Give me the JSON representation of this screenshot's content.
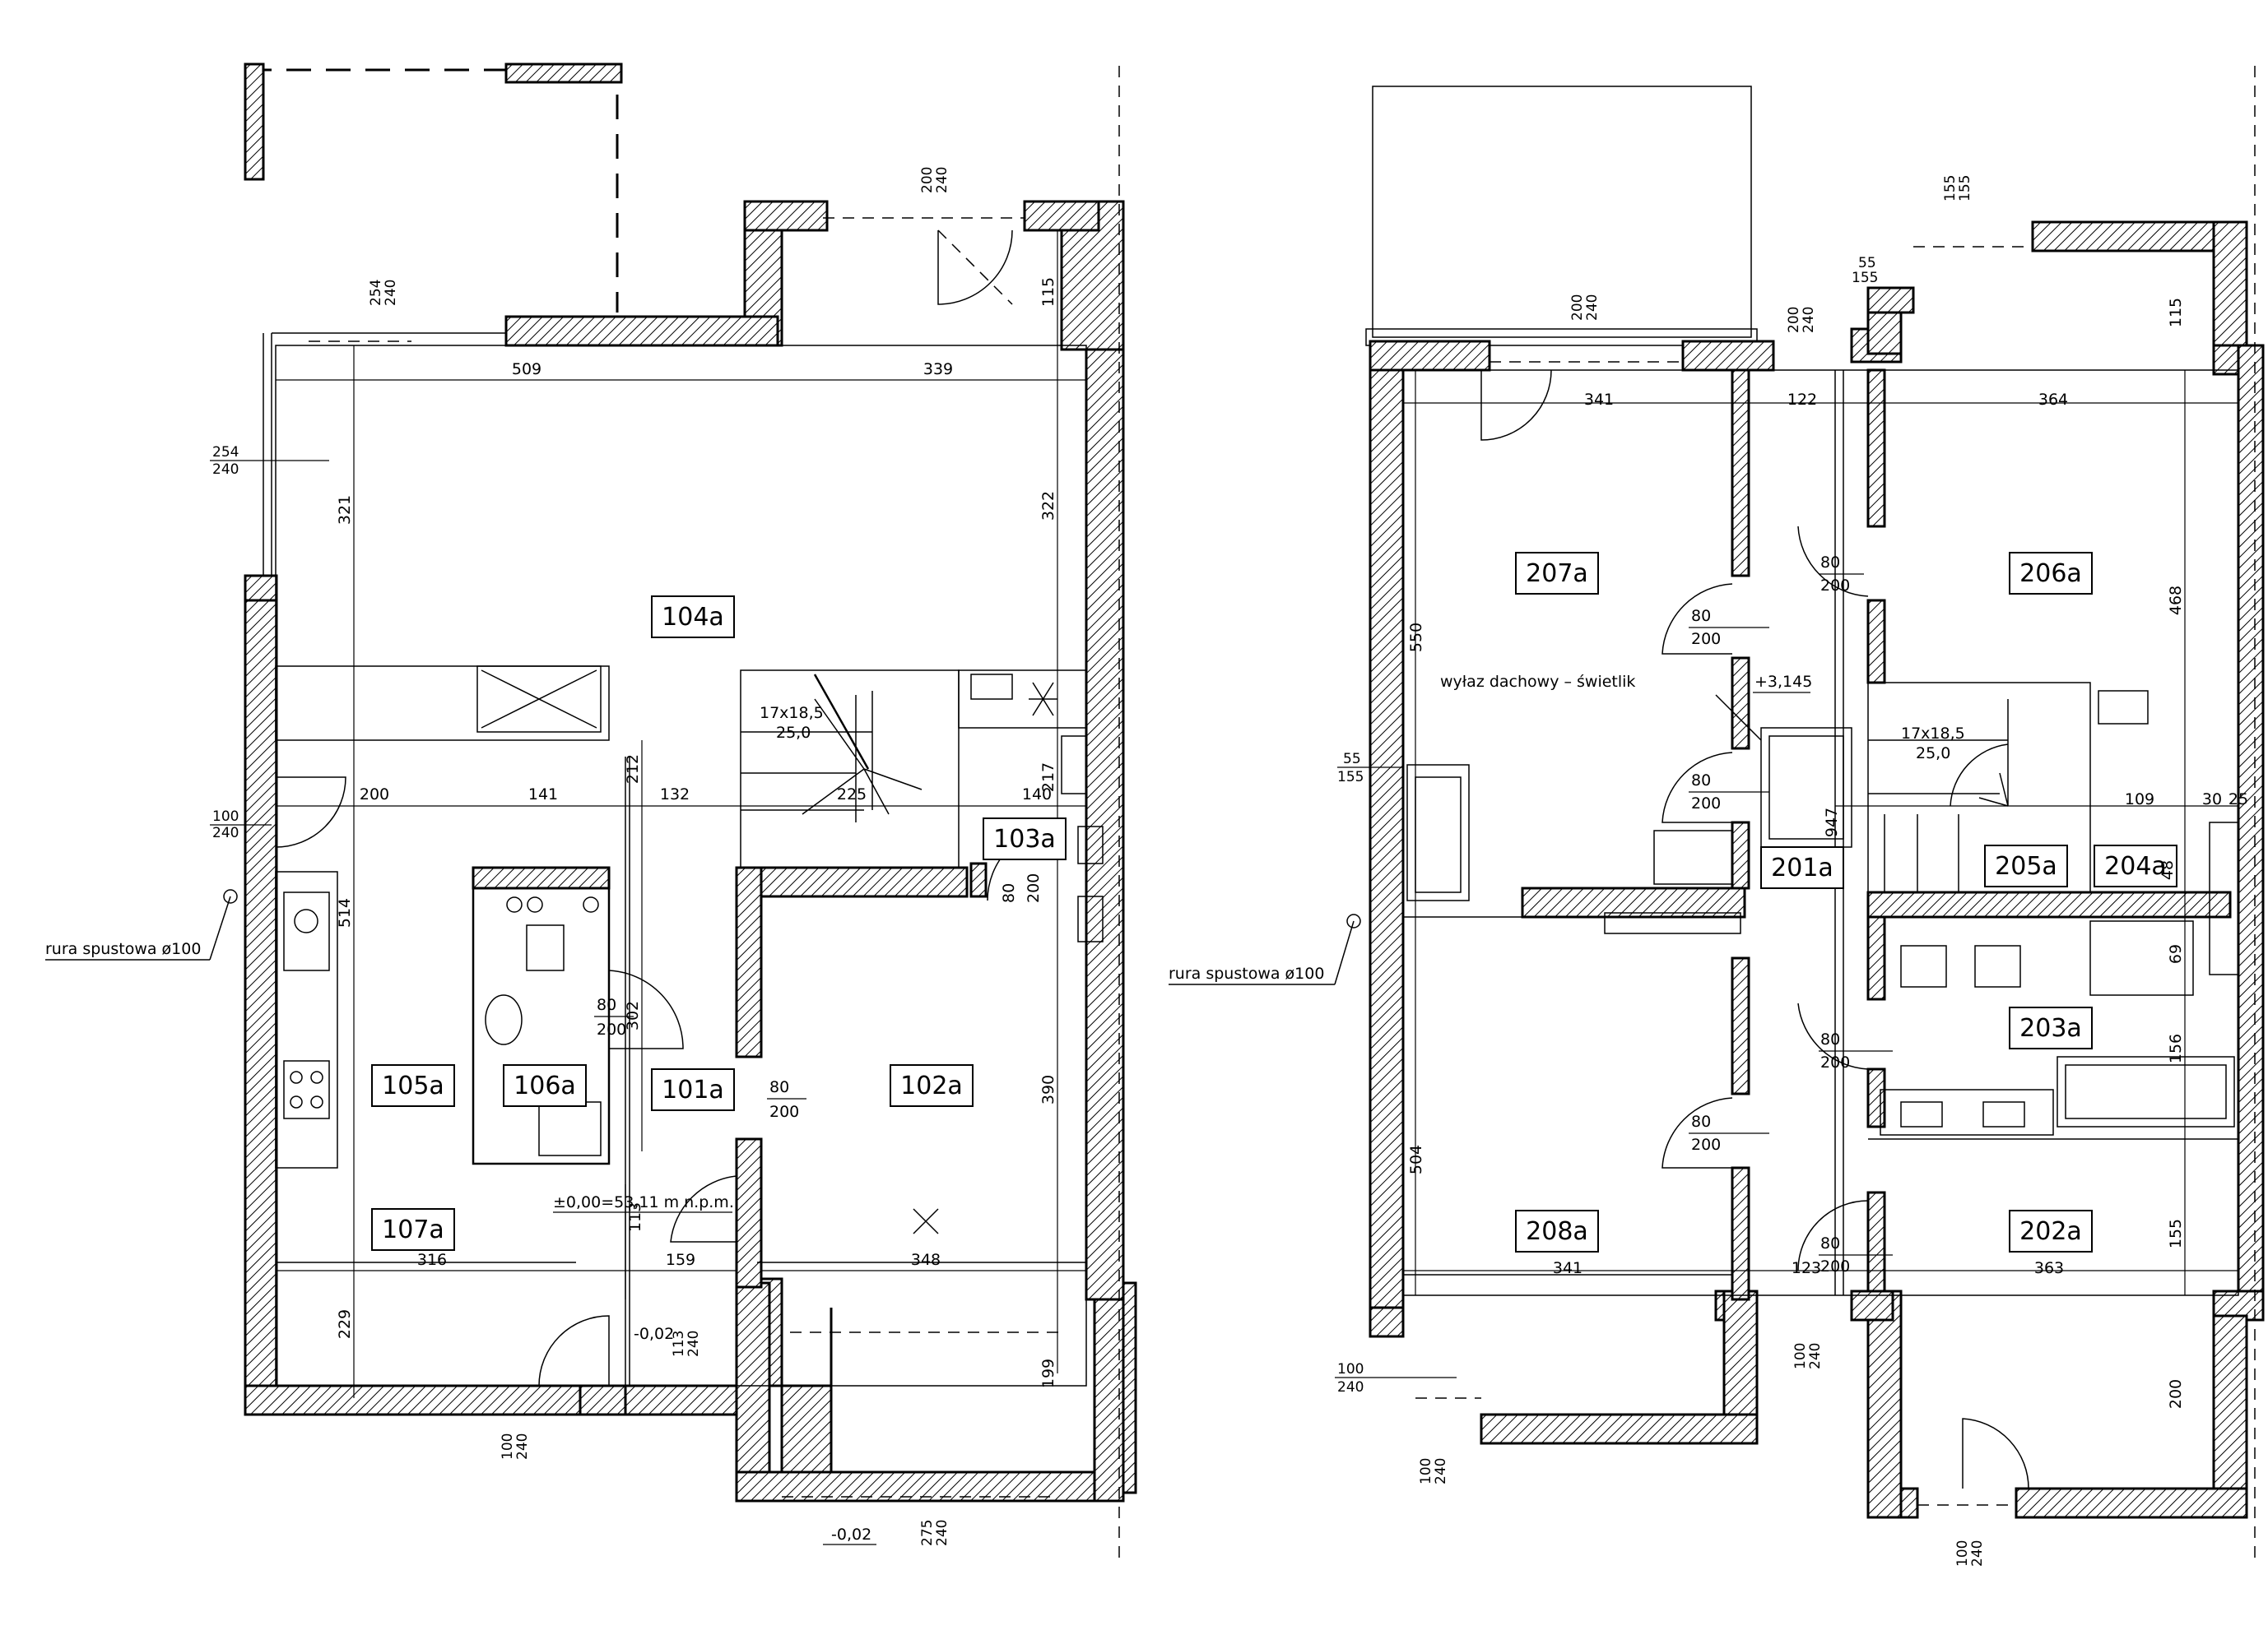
{
  "ground_floor": {
    "rooms": [
      "104a",
      "105a",
      "106a",
      "101a",
      "102a",
      "103a",
      "107a"
    ],
    "door_dims": [
      {
        "w": "80",
        "h": "200"
      },
      {
        "w": "80",
        "h": "200"
      },
      {
        "w": "80",
        "h": "200"
      }
    ],
    "dims": [
      "509",
      "339",
      "321",
      "322",
      "200",
      "141",
      "132",
      "225",
      "140",
      "212",
      "514",
      "302",
      "390",
      "217",
      "316",
      "348",
      "159",
      "229",
      "113",
      "199",
      "115",
      "17x18,5",
      "25,0"
    ],
    "dim_pairs": [
      {
        "a": "200",
        "b": "240"
      },
      {
        "a": "254",
        "b": "240"
      },
      {
        "a": "254",
        "b": "240"
      },
      {
        "a": "100",
        "b": "240"
      },
      {
        "a": "100",
        "b": "240"
      },
      {
        "a": "113",
        "b": "240"
      },
      {
        "a": "275",
        "b": "240"
      }
    ],
    "level_main": "±0,00=53,11  m  n.p.m.",
    "level_step": "-0,02",
    "level_outside": "-0,02",
    "downpipe": "rura  spustowa  ø100"
  },
  "upper_floor": {
    "rooms": [
      "207a",
      "206a",
      "201a",
      "205a",
      "204a",
      "203a",
      "208a",
      "202a"
    ],
    "door_dims": [
      {
        "w": "80",
        "h": "200"
      },
      {
        "w": "80",
        "h": "200"
      },
      {
        "w": "80",
        "h": "200"
      },
      {
        "w": "80",
        "h": "200"
      },
      {
        "w": "80",
        "h": "200"
      },
      {
        "w": "80",
        "h": "200"
      }
    ],
    "dims": [
      "341",
      "122",
      "364",
      "550",
      "468",
      "947",
      "109",
      "30",
      "25",
      "504",
      "156",
      "155",
      "341",
      "363",
      "123",
      "200",
      "69",
      "48",
      "115",
      "17x18,5",
      "25,0"
    ],
    "dim_pairs": [
      {
        "a": "200",
        "b": "240"
      },
      {
        "a": "200",
        "b": "240"
      },
      {
        "a": "155",
        "b": "155"
      },
      {
        "a": "55",
        "b": "155"
      },
      {
        "a": "55",
        "b": "155"
      },
      {
        "a": "100",
        "b": "240"
      },
      {
        "a": "100",
        "b": "240"
      },
      {
        "a": "100",
        "b": "240"
      },
      {
        "a": "100",
        "b": "240"
      }
    ],
    "skylight": "wyłaz  dachowy  –  świetlik",
    "skylight_level": "+3,145",
    "downpipe": "rura  spustowa  ø100"
  }
}
